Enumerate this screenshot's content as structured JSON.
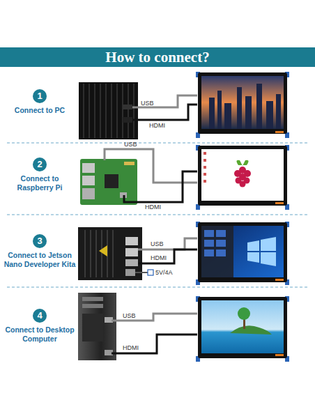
{
  "diagram": {
    "title": "How to connect?",
    "nodes": [
      {
        "text": [
          "1",
          "Connect to PC"
        ]
      },
      {
        "text": [
          "2",
          "Connect to Raspberry Pi"
        ]
      },
      {
        "text": [
          "3",
          "Connect to Jetson Nano Developer Kita"
        ]
      },
      {
        "text": [
          "4",
          "Connect to Desktop Computer"
        ]
      }
    ],
    "labels": [
      "USB",
      "HDMI",
      "USB",
      "HDMI",
      "USB",
      "HDMI",
      "5V/4A",
      "USB",
      "HDMI"
    ]
  }
}
